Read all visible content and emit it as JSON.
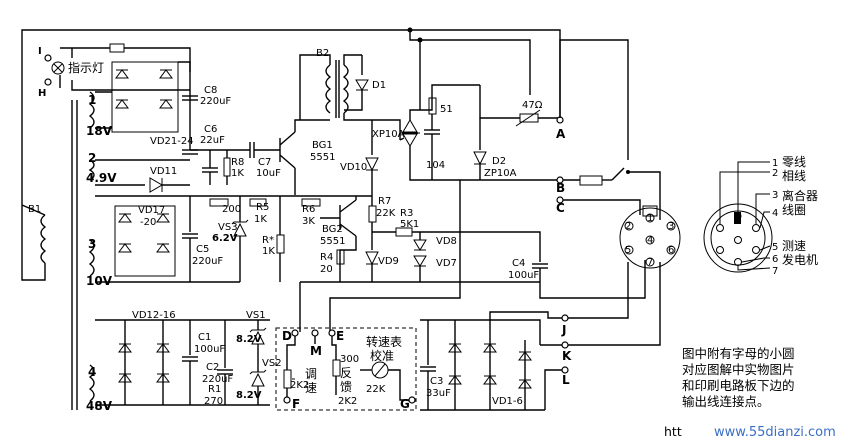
{
  "labels": {
    "indicator_I": "I",
    "indicator_H": "H",
    "indicator_lamp": "指示灯",
    "winding1": "1",
    "winding1_v": "18V",
    "winding2": "2",
    "winding2_v": "4.9V",
    "winding3": "3",
    "winding3_v": "10V",
    "winding4": "4",
    "winding4_v": "48V",
    "B1": "B1",
    "B2": "B2",
    "C8": "C8",
    "C8v": "220uF",
    "VD21": "VD21-24",
    "C6": "C6",
    "C6v": "22uF",
    "R8": "R8",
    "R8v": "1K",
    "C7": "C7",
    "C7v": "10uF",
    "BG1": "BG1",
    "BG1v": "5551",
    "D1": "D1",
    "XP10A": "XP10A",
    "R51": "51",
    "C104": "104",
    "R47": "47Ω",
    "D2": "D2",
    "ZP10A": "ZP10A",
    "VD10": "VD10",
    "VD11": "VD11",
    "VD17": "VD17",
    "VD17b": "-20",
    "R200": "200",
    "R5": "R5",
    "R5v": "1K",
    "VS3": "VS3",
    "VS3v": "6.2V",
    "C5": "C5",
    "C5v": "220uF",
    "R6": "R6",
    "R6v": "3K",
    "Rstar": "R*",
    "Rstarv": "1K",
    "BG2": "BG2",
    "BG2v": "5551",
    "R4": "R4",
    "R4v": "20",
    "R7": "R7",
    "R7v": "22K",
    "R3": "R3",
    "R3v": "5K1",
    "VD8": "VD8",
    "VD9": "VD9",
    "VD7": "VD7",
    "C4": "C4",
    "C4v": "100uF",
    "VD12": "VD12-16",
    "C1": "C1",
    "C1v": "100uF",
    "C2": "C2",
    "C2v": "220uF",
    "R1": "R1",
    "R1v": "270",
    "VS1": "VS1",
    "VS1v": "8.2V",
    "VS2": "VS2",
    "VS2v": "8.2V",
    "D": "D",
    "M": "M",
    "E": "E",
    "F": "F",
    "G": "G",
    "tiaosu1": "调",
    "tiaosu2": "速",
    "R2K2": "2K2",
    "R300": "300",
    "fankui1": "反",
    "fankui2": "馈",
    "R2K2b": "2K2",
    "speedometer": "转速表",
    "calib": "校准",
    "R22K": "22K",
    "C3": "C3",
    "C3v": "33uF",
    "VD1_6": "VD1-6",
    "A": "A",
    "B": "B",
    "C": "C",
    "J": "J",
    "K": "K",
    "L": "L",
    "pin1": "1",
    "pin2": "2",
    "pin3": "3",
    "pin4": "4",
    "pin5": "5",
    "pin6": "6",
    "pin7": "7",
    "leg1": "零线",
    "leg2": "相线",
    "leg3a": "离合器",
    "leg3b": "线圈",
    "leg5a": "测速",
    "leg5b": "发电机"
  },
  "note": {
    "line1": "图中附有字母的小圆",
    "line2": "对应图解中实物图片",
    "line3": "和印刷电路板下边的",
    "line4": "输出线连接点。"
  },
  "watermark": {
    "prefix": "htt",
    "site": "www.55dianzi.com"
  }
}
